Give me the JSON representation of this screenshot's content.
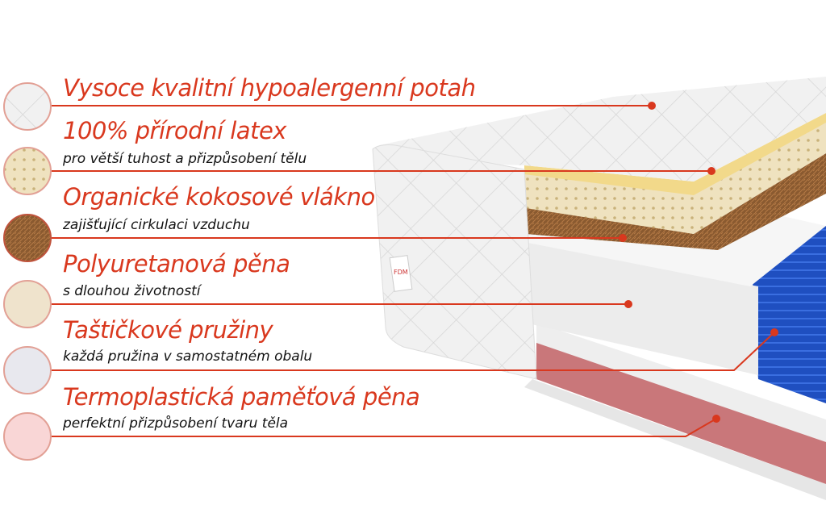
{
  "accent_color": "#d9381e",
  "brand_tag": "FDM",
  "layers": [
    {
      "title": "Vysoce kvalitní hypoalergenní potah",
      "subtitle": null,
      "swatch": "quilted-cover"
    },
    {
      "title": "100% přírodní latex",
      "subtitle": "pro větší tuhost a přizpůsobení tělu",
      "swatch": "latex"
    },
    {
      "title": "Organické kokosové vlákno",
      "subtitle": "zajišťující cirkulaci vzduchu",
      "swatch": "coconut-fiber"
    },
    {
      "title": "Polyuretanová pěna",
      "subtitle": "s dlouhou životností",
      "swatch": "pu-foam"
    },
    {
      "title": "Taštičkové pružiny",
      "subtitle": "každá pružina v samostatném obalu",
      "swatch": "pocket-springs"
    },
    {
      "title": "Termoplastická paměťová pěna",
      "subtitle": "perfektní přizpůsobení tvaru těla",
      "swatch": "memory-foam"
    }
  ]
}
